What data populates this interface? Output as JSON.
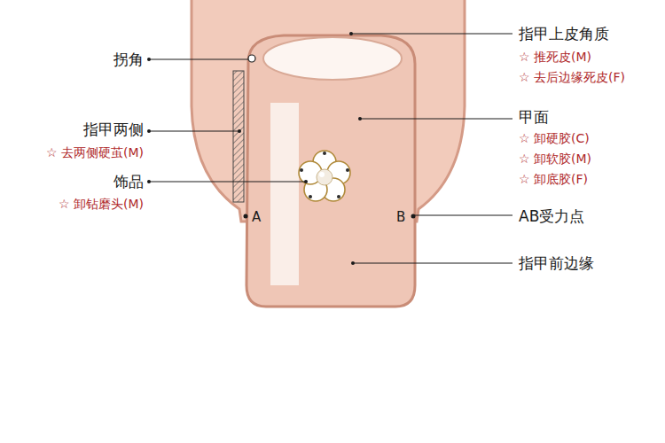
{
  "diagram": {
    "labels": [
      "拐角",
      "指甲两侧",
      "☆ 去两侧硬茧(M)",
      "饰品",
      "☆ 卸钻磨头(M)",
      "A",
      "指甲上皮角质",
      "☆ 推死皮(M)",
      "☆ 去后边缘死皮(F)",
      "甲面",
      "☆ 卸硬胶(C)",
      "☆ 卸软胶(M)",
      "☆ 卸底胶(F)",
      "B",
      "AB受力点",
      "指甲前边缘"
    ]
  }
}
